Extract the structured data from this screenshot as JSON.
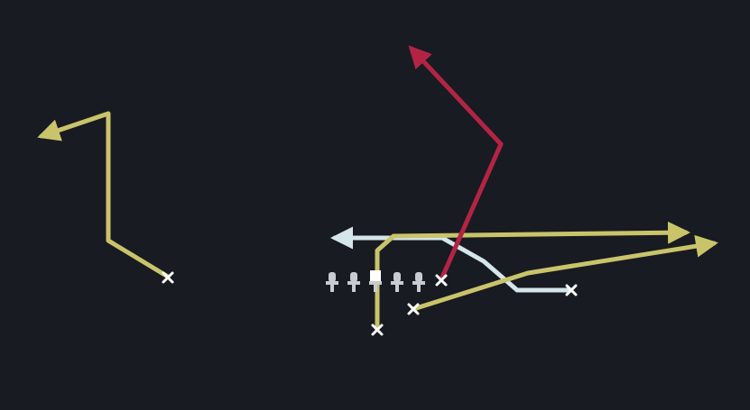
{
  "diagram": {
    "colors": {
      "background": "#181b21",
      "route_yellow": "#c9c46a",
      "route_red": "#b32444",
      "route_lightblue": "#d5e6ea",
      "player_x": "#ffffff",
      "lineman": "#c8ccd0",
      "center": "#ffffff"
    },
    "routes": [
      {
        "id": "left-receiver-route",
        "color": "route_yellow",
        "arrow": true
      },
      {
        "id": "center-left-long-route",
        "color": "route_yellow",
        "arrow": true
      },
      {
        "id": "right-slot-route",
        "color": "route_yellow",
        "arrow": true
      },
      {
        "id": "post-corner-route",
        "color": "route_red",
        "arrow": true
      },
      {
        "id": "drag-route",
        "color": "route_lightblue",
        "arrow": true
      }
    ],
    "players": [
      {
        "id": "left-receiver",
        "symbol": "x"
      },
      {
        "id": "tight-end",
        "symbol": "x"
      },
      {
        "id": "slot-receiver",
        "symbol": "x"
      },
      {
        "id": "running-back",
        "symbol": "x"
      },
      {
        "id": "right-receiver",
        "symbol": "x"
      }
    ],
    "linemen": [
      {
        "id": "left-tackle",
        "symbol": "lineman"
      },
      {
        "id": "left-guard",
        "symbol": "lineman"
      },
      {
        "id": "center",
        "symbol": "center"
      },
      {
        "id": "right-guard",
        "symbol": "lineman"
      },
      {
        "id": "right-tackle",
        "symbol": "lineman"
      }
    ]
  }
}
